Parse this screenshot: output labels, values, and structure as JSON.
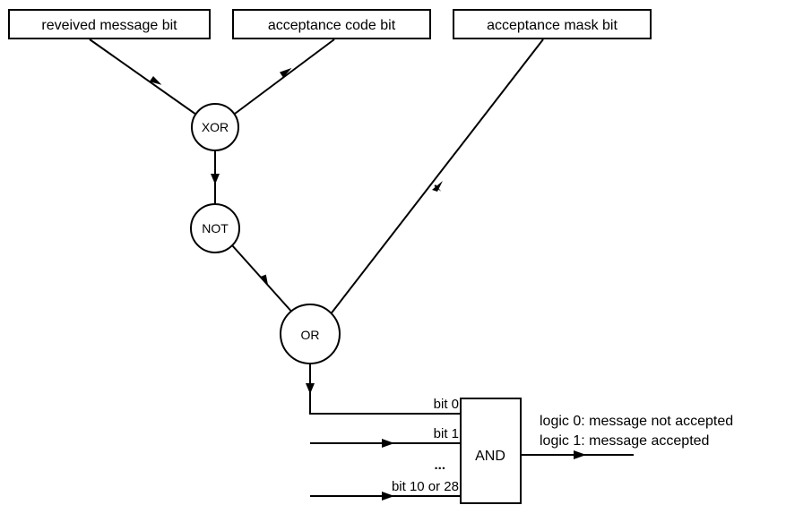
{
  "diagram": {
    "inputs": {
      "received_message": "reveived message bit",
      "acceptance_code": "acceptance code bit",
      "acceptance_mask": "acceptance mask bit"
    },
    "nodes": {
      "xor": "XOR",
      "not": "NOT",
      "or": "OR"
    },
    "and_gate": {
      "label": "AND",
      "inputs": {
        "bit0": "bit 0",
        "bit1": "bit 1",
        "ellipsis": "...",
        "bit_last": "bit 10 or 28"
      }
    },
    "output": {
      "line1": "logic 0: message not accepted",
      "line2": "logic 1: message accepted"
    }
  }
}
